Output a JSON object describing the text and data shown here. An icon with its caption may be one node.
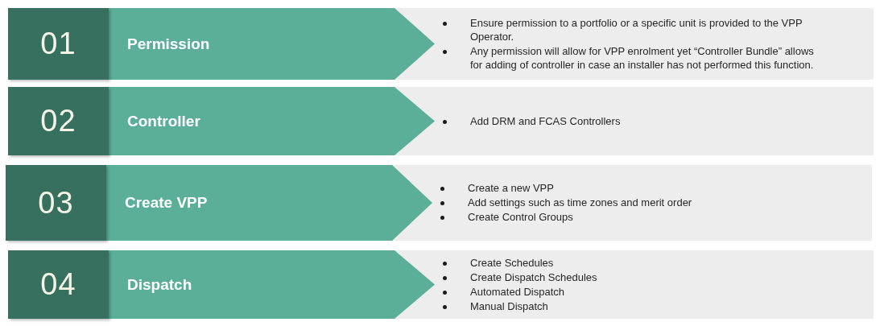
{
  "diagram": {
    "nodes": [
      {
        "text": [
          "Ensure permission to a portfolio or a specific unit is provided to the VPP Operator.",
          "Any permission will allow for VPP enrolment yet “Controller Bundle” allows for adding of controller in case an installer has not performed this function."
        ]
      },
      {
        "text": [
          "01"
        ],
        "in": 0
      },
      {
        "text": [
          "Permission"
        ],
        "in": 0
      },
      {
        "text": [
          "Add DRM and FCAS Controllers"
        ]
      },
      {
        "text": [
          "02"
        ],
        "in": 3
      },
      {
        "text": [
          "Controller"
        ],
        "in": 3
      },
      {
        "text": [
          "Create a new VPP",
          "Add settings such as time zones and merit order",
          "Create Control Groups"
        ]
      },
      {
        "text": [
          "03"
        ],
        "in": 6
      },
      {
        "text": [
          "Create VPP"
        ],
        "in": 6
      },
      {
        "text": [
          "Create Schedules",
          "Create Dispatch Schedules",
          "Automated Dispatch",
          "Manual Dispatch"
        ]
      },
      {
        "text": [
          "04"
        ],
        "in": 9
      },
      {
        "text": [
          "Dispatch"
        ],
        "in": 9
      }
    ]
  }
}
